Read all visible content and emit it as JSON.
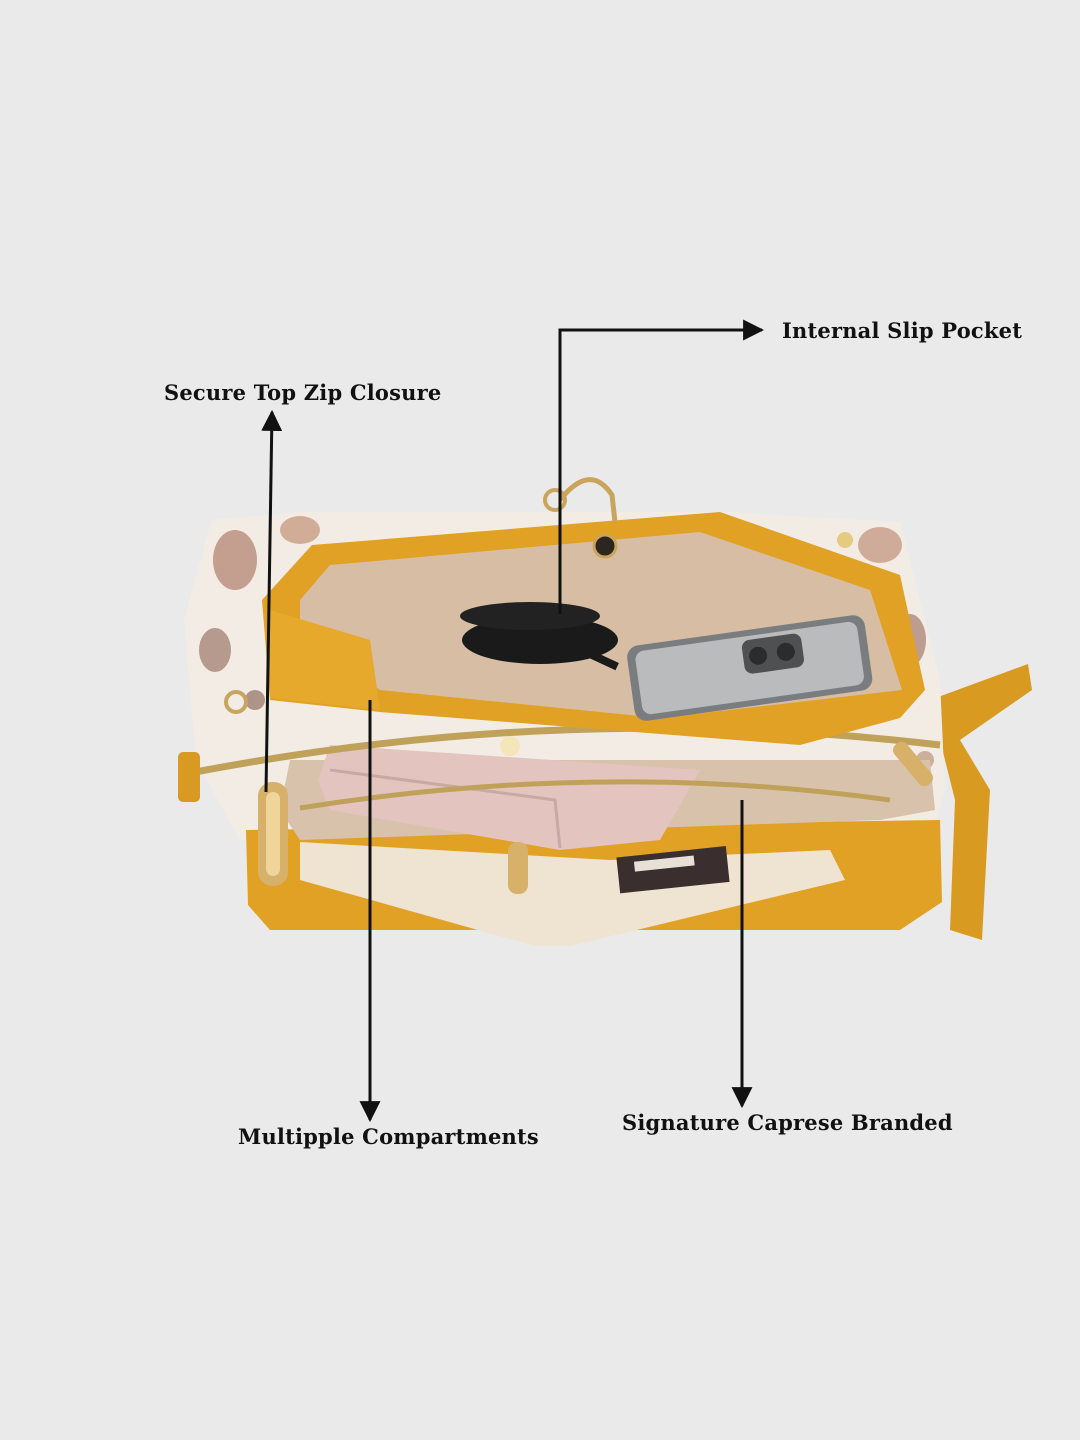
{
  "callouts": {
    "internal_slip_pocket": "Internal Slip Pocket",
    "secure_top_zip": "Secure Top Zip Closure",
    "multiple_compartments": "Multipple Compartments",
    "signature_branded": "Signature Caprese Branded"
  },
  "colors": {
    "background": "#ebeaea",
    "bag_mustard": "#e0a125",
    "bag_lining": "#d6bda3",
    "print_base": "#f3eee6",
    "wallet_pink": "#e6c7c2",
    "hardware_gold": "#caa65c",
    "arrow": "#111111"
  }
}
